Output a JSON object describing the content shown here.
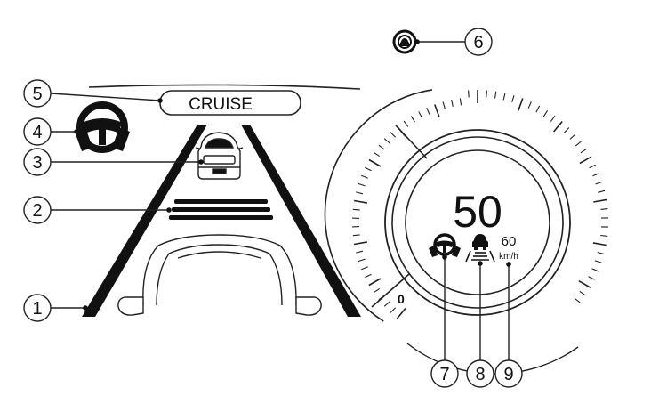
{
  "display": {
    "cruise_label": "CRUISE",
    "current_speed": "50",
    "set_speed": "60",
    "speed_unit": "km/h",
    "scale_zero": "0"
  },
  "callouts": [
    "1",
    "2",
    "3",
    "4",
    "5",
    "6",
    "7",
    "8",
    "9"
  ],
  "icons": [
    "steering-assist-icon",
    "lead-vehicle-icon",
    "lane-keep-icon",
    "vehicle-distance-icon"
  ]
}
